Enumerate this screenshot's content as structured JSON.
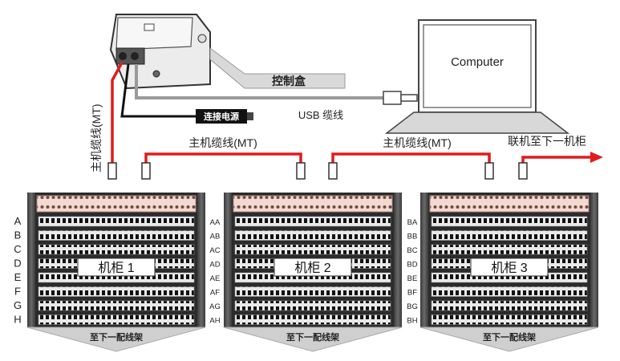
{
  "control_box": {
    "label": "控制盒"
  },
  "power": {
    "label": "连接电源"
  },
  "usb": {
    "label": "USB 缆线"
  },
  "computer": {
    "label": "Computer"
  },
  "main_cable_vertical": {
    "label": "主机缆线(MT)"
  },
  "main_cable_1": {
    "label": "主机缆线(MT)"
  },
  "main_cable_2": {
    "label": "主机缆线(MT)"
  },
  "next_cabinet": {
    "label": "联机至下一机柜"
  },
  "cabinets": [
    {
      "name": "机柜 1",
      "bottom_label": "至下一配线架",
      "rows": [
        "A",
        "B",
        "C",
        "D",
        "E",
        "F",
        "G",
        "H"
      ]
    },
    {
      "name": "机柜 2",
      "bottom_label": "至下一配线架",
      "rows": [
        "AA",
        "AB",
        "AC",
        "AD",
        "AE",
        "AF",
        "AG",
        "AH"
      ]
    },
    {
      "name": "机柜 3",
      "bottom_label": "至下一配线架",
      "rows": [
        "BA",
        "BB",
        "BC",
        "BD",
        "BE",
        "BF",
        "BG",
        "BH"
      ]
    }
  ],
  "colors": {
    "cable_red": "#e21b1b",
    "rack_dark": "#2b2b2b",
    "rack_top": "#f3d9cf",
    "callout_gray": "#d9d9d9"
  }
}
